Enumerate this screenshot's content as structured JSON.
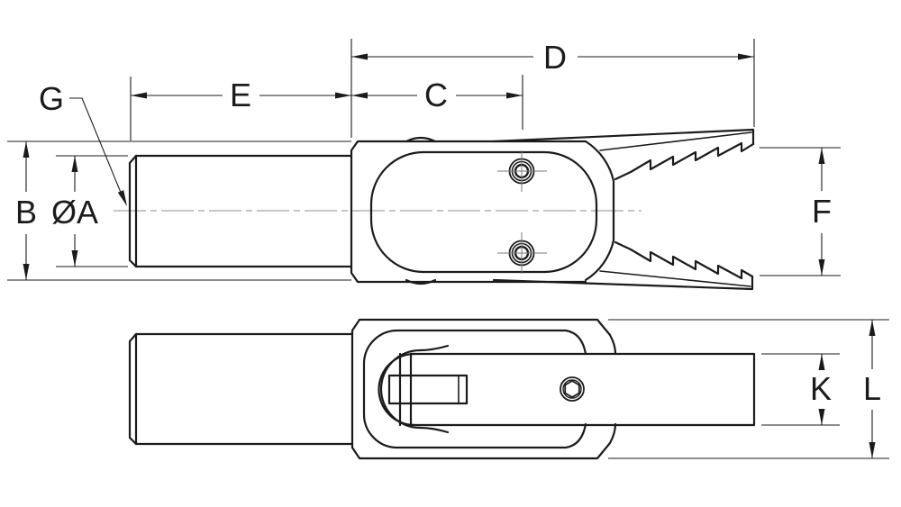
{
  "colors": {
    "background": "#ffffff",
    "line": "#1b1b1b",
    "centerline": "#8c8c8c"
  },
  "dimension_labels": {
    "g": "G",
    "e": "E",
    "c": "C",
    "d": "D",
    "b": "B",
    "a": "ØA",
    "f": "F",
    "k": "K",
    "l": "L"
  }
}
